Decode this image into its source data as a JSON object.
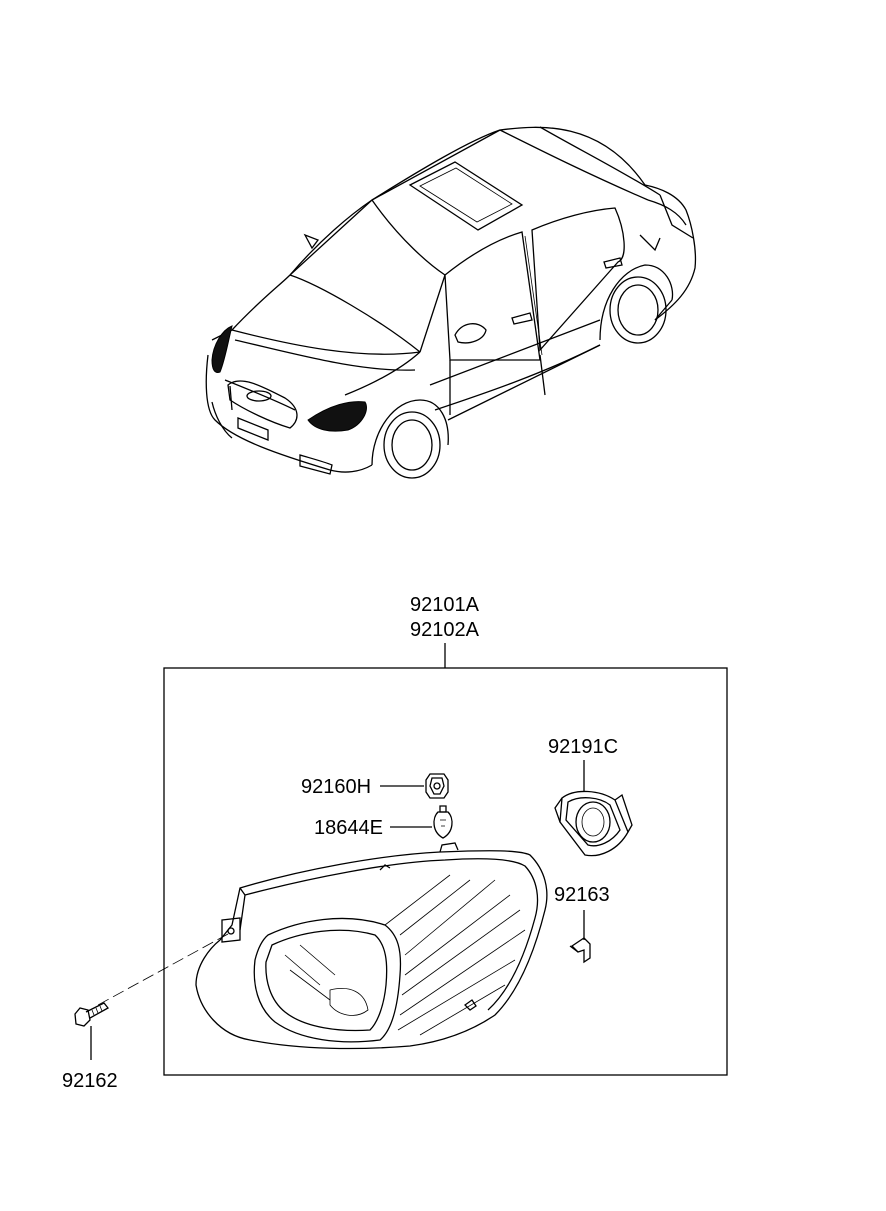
{
  "labels": {
    "assembly_left": "92101A",
    "assembly_right": "92102A",
    "bulb_socket": "92160H",
    "bulb": "18644E",
    "cap": "92191C",
    "clip": "92163",
    "screw": "92162"
  }
}
